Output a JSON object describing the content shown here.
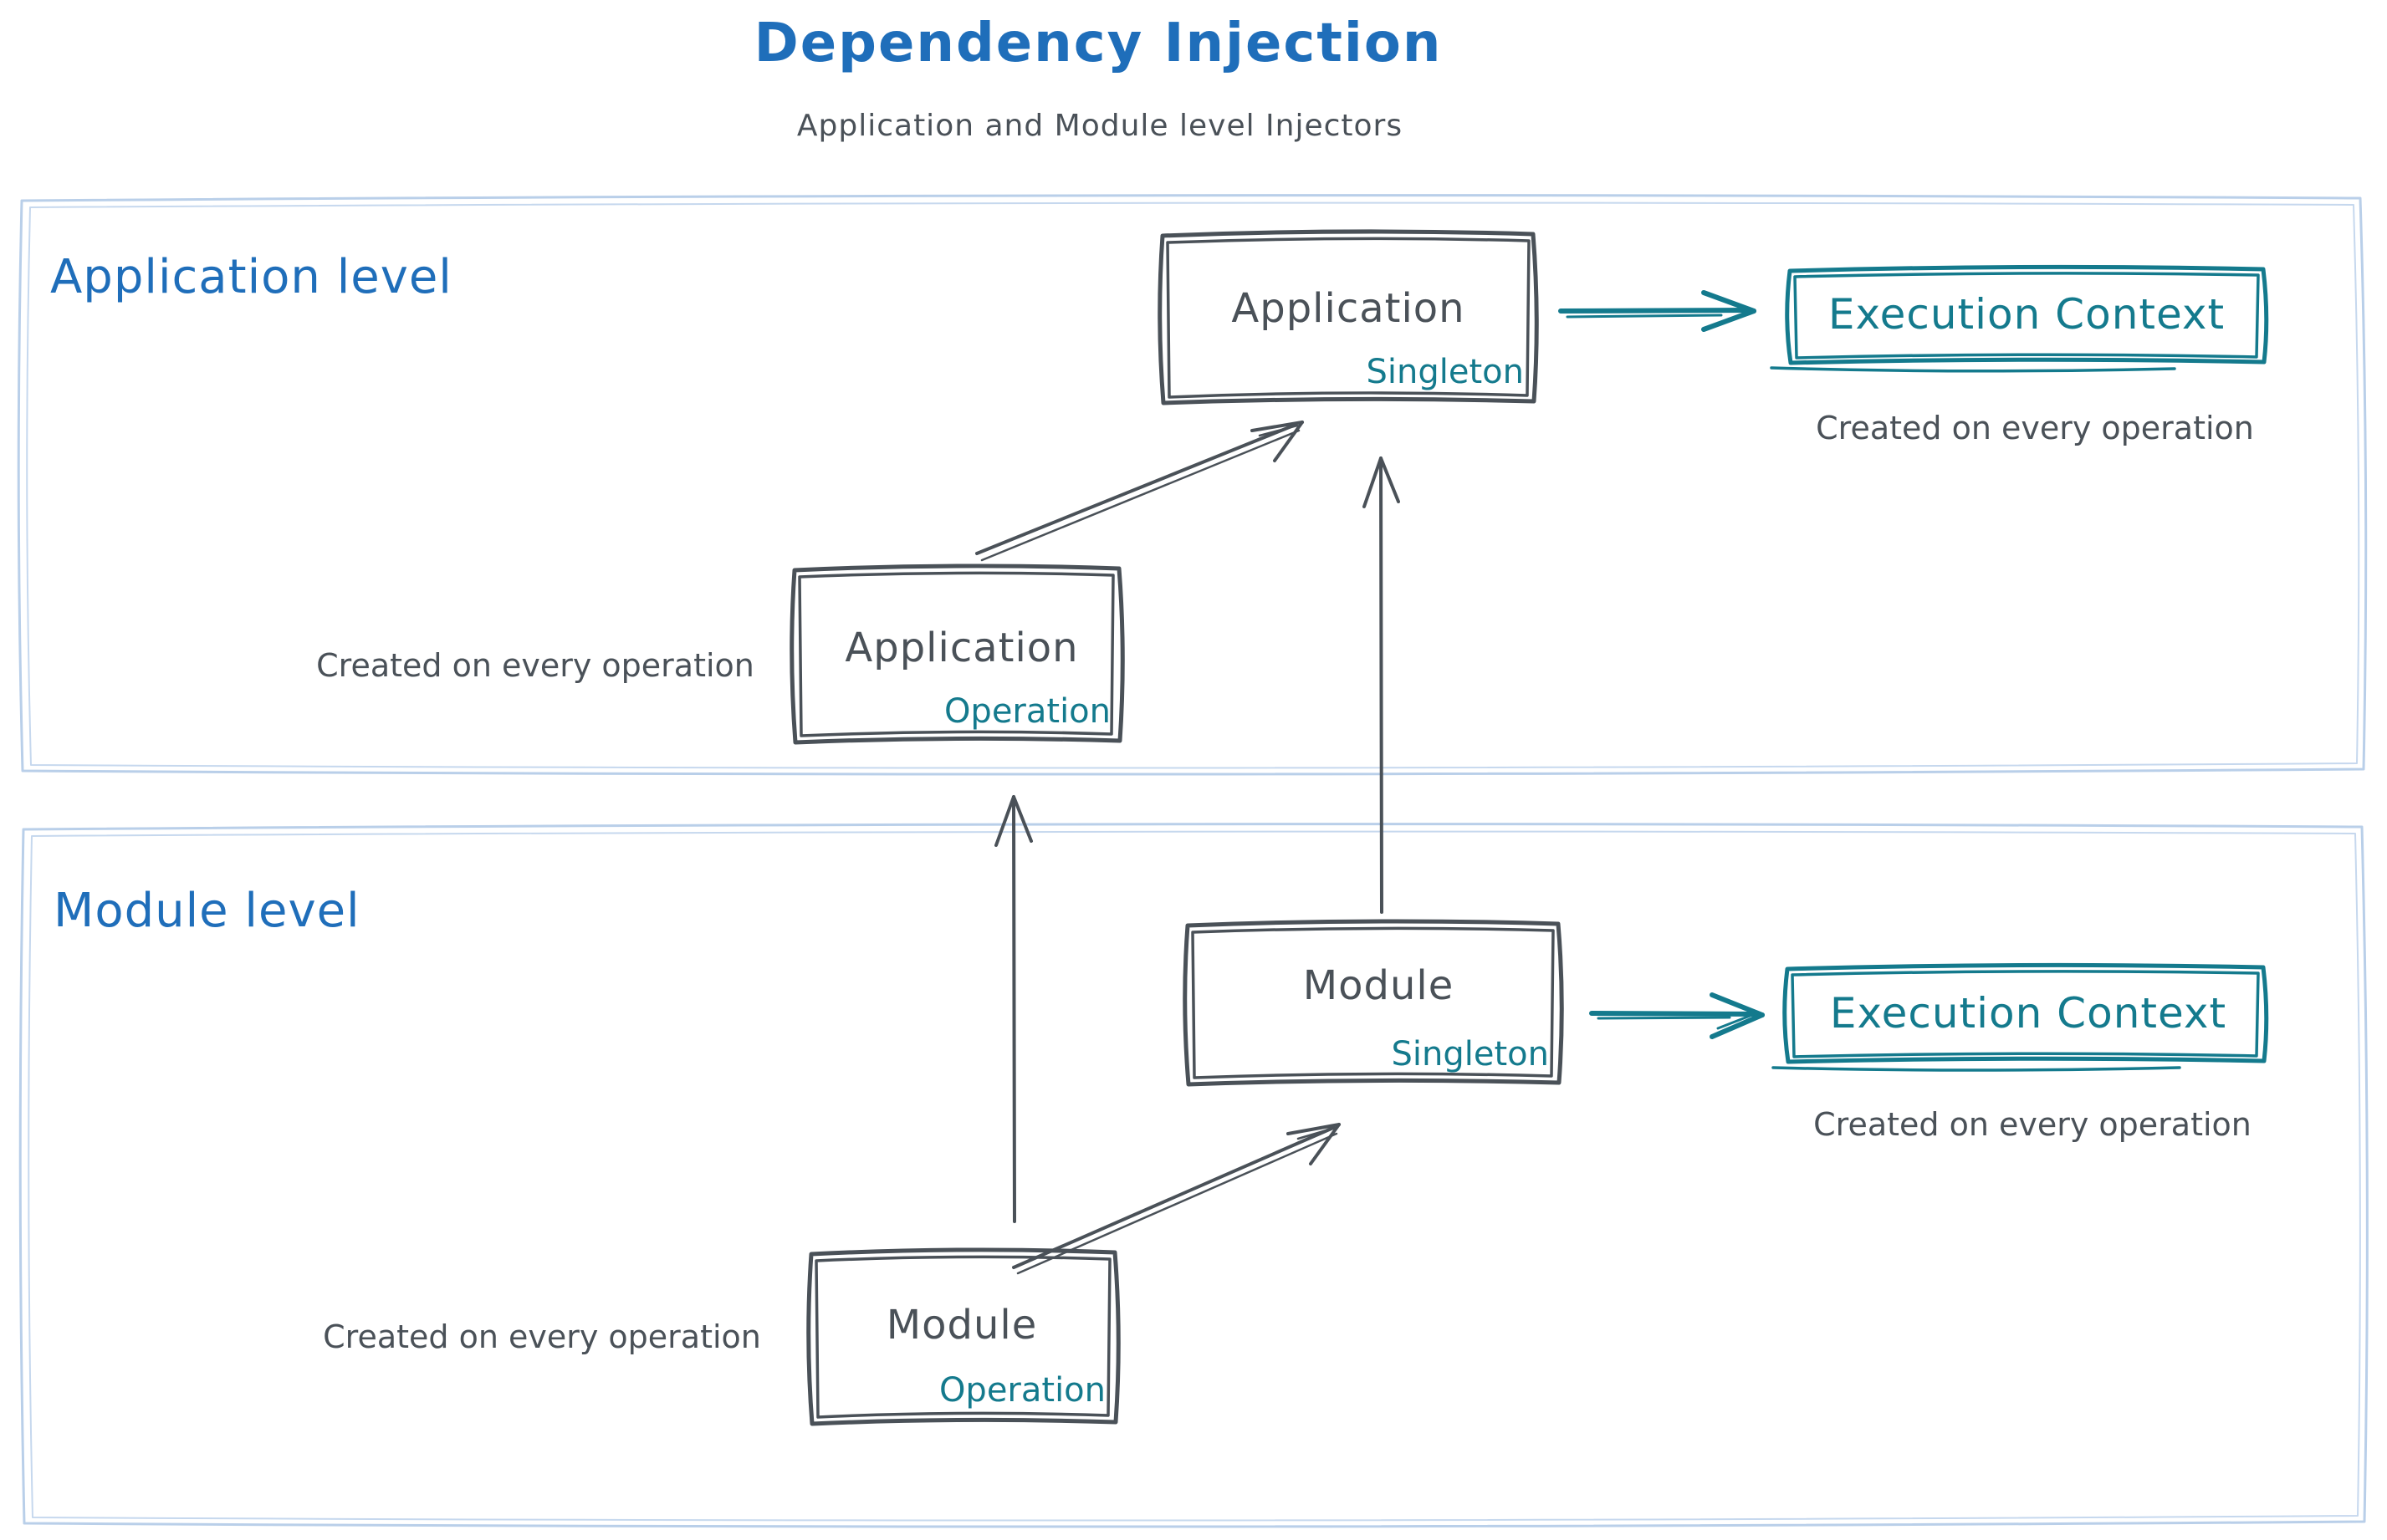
{
  "title": "Dependency Injection",
  "subtitle": "Application and Module level Injectors",
  "colors": {
    "heading_blue": "#1f6eba",
    "teal": "#147a8d",
    "dark_gray": "#4a5158",
    "container_border": "#b9cfe9"
  },
  "application_level": {
    "label": "Application level",
    "singleton": {
      "name": "Application",
      "scope": "Singleton"
    },
    "operation": {
      "name": "Application",
      "scope": "Operation"
    },
    "operation_caption": "Created on every operation",
    "execution_context": {
      "label": "Execution Context",
      "caption": "Created on every operation"
    }
  },
  "module_level": {
    "label": "Module level",
    "singleton": {
      "name": "Module",
      "scope": "Singleton"
    },
    "operation": {
      "name": "Module",
      "scope": "Operation"
    },
    "operation_caption": "Created on every operation",
    "execution_context": {
      "label": "Execution Context",
      "caption": "Created on every operation"
    }
  }
}
